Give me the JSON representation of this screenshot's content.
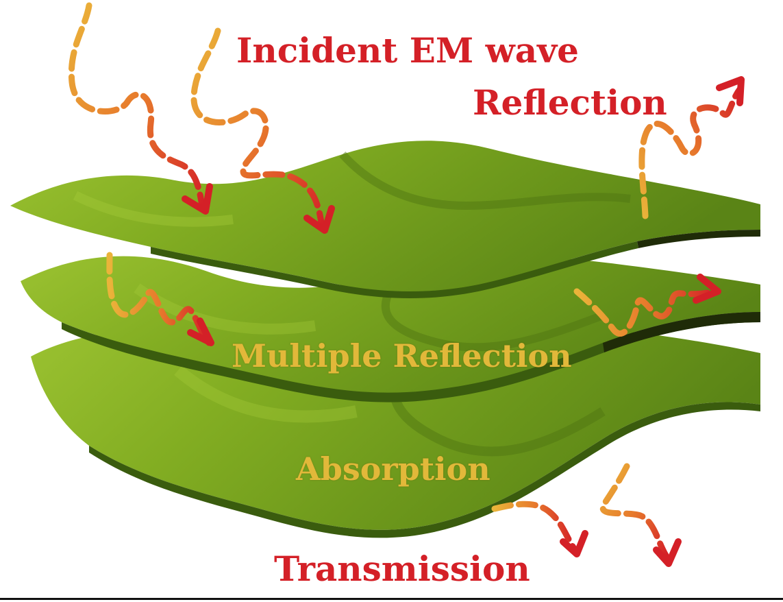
{
  "labels": {
    "incident": "Incident EM wave",
    "reflection": "Reflection",
    "multiple_reflection": "Multiple Reflection",
    "absorption": "Absorption",
    "transmission": "Transmission"
  },
  "colors": {
    "sheet_light": "#8cb52a",
    "sheet_mid": "#6f9a1c",
    "sheet_dark": "#3f6310",
    "wave_yellow": "#eab43a",
    "wave_orange": "#e77a2c",
    "wave_red": "#d42027"
  }
}
